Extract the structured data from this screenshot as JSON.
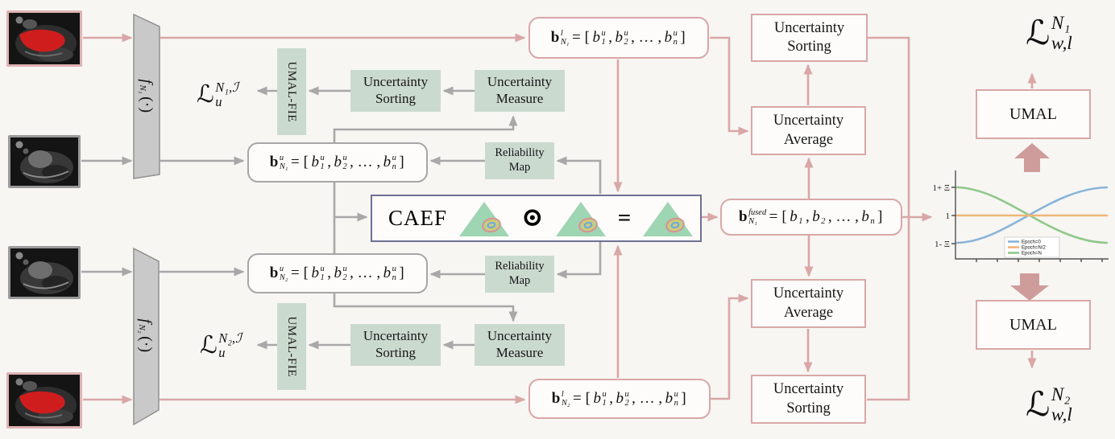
{
  "colors": {
    "background": "#f7f6f3",
    "pink_line": "#d9a7a7",
    "pink_block_arrow": "#cf9c9c",
    "gray_line": "#a8a8a8",
    "green_box_fill": "#cbdacf",
    "caef_border": "#6f6f93",
    "segmentation_red": "#cf1d1d",
    "legend_blue": "#8ab4d8",
    "legend_orange": "#f0b478",
    "legend_green": "#90c888"
  },
  "inputs": {
    "labeled_image_n1": "labeled-cardiac-mri-with-red-mask",
    "unlabeled_image_n1": "unlabeled-cardiac-mri",
    "unlabeled_image_n2": "unlabeled-cardiac-mri",
    "labeled_image_n2": "labeled-cardiac-mri-with-red-mask"
  },
  "encoders": {
    "f_n1": [
      {
        "m": "f",
        "style": "i",
        "sup": "",
        "sub": "N₁"
      },
      {
        "v": "(·)"
      }
    ],
    "f_n2": [
      {
        "m": "f",
        "style": "i",
        "sup": "",
        "sub": "N₂"
      },
      {
        "v": "(·)"
      }
    ]
  },
  "vectors": {
    "b_l_n1": [
      {
        "m": "b",
        "style": "b",
        "sup": "l",
        "sub": "N₁"
      },
      {
        "v": "="
      },
      {
        "v": "["
      },
      {
        "m": "b",
        "style": "i",
        "sup": "u",
        "sub": "1"
      },
      {
        "v": ","
      },
      {
        "m": "b",
        "style": "i",
        "sup": "u",
        "sub": "2"
      },
      {
        "v": ", … ,"
      },
      {
        "m": "b",
        "style": "i",
        "sup": "u",
        "sub": "n"
      },
      {
        "v": "]"
      }
    ],
    "b_u_n1": [
      {
        "m": "b",
        "style": "b",
        "sup": "u",
        "sub": "N₁"
      },
      {
        "v": "="
      },
      {
        "v": "["
      },
      {
        "m": "b",
        "style": "i",
        "sup": "u",
        "sub": "1"
      },
      {
        "v": ","
      },
      {
        "m": "b",
        "style": "i",
        "sup": "u",
        "sub": "2"
      },
      {
        "v": ", … ,"
      },
      {
        "m": "b",
        "style": "i",
        "sup": "u",
        "sub": "n"
      },
      {
        "v": "]"
      }
    ],
    "b_u_n2": [
      {
        "m": "b",
        "style": "b",
        "sup": "u",
        "sub": "N₂"
      },
      {
        "v": "="
      },
      {
        "v": "["
      },
      {
        "m": "b",
        "style": "i",
        "sup": "u",
        "sub": "1"
      },
      {
        "v": ","
      },
      {
        "m": "b",
        "style": "i",
        "sup": "u",
        "sub": "2"
      },
      {
        "v": ", … ,"
      },
      {
        "m": "b",
        "style": "i",
        "sup": "u",
        "sub": "n"
      },
      {
        "v": "]"
      }
    ],
    "b_l_n2": [
      {
        "m": "b",
        "style": "b",
        "sup": "l",
        "sub": "N₂"
      },
      {
        "v": "="
      },
      {
        "v": "["
      },
      {
        "m": "b",
        "style": "i",
        "sup": "u",
        "sub": "1"
      },
      {
        "v": ","
      },
      {
        "m": "b",
        "style": "i",
        "sup": "u",
        "sub": "2"
      },
      {
        "v": ", … ,"
      },
      {
        "m": "b",
        "style": "i",
        "sup": "u",
        "sub": "n"
      },
      {
        "v": "]"
      }
    ],
    "b_fused": [
      {
        "m": "b",
        "style": "b",
        "sup": "fused",
        "sub": "N₁"
      },
      {
        "v": "="
      },
      {
        "v": "["
      },
      {
        "m": "b",
        "style": "i",
        "sup": "",
        "sub": "1"
      },
      {
        "v": ","
      },
      {
        "m": "b",
        "style": "i",
        "sup": "",
        "sub": "2"
      },
      {
        "v": ", … ,"
      },
      {
        "m": "b",
        "style": "i",
        "sup": "",
        "sub": "n"
      },
      {
        "v": "]"
      }
    ]
  },
  "losses": {
    "u_n1": [
      {
        "m": "ℒ",
        "style": "r",
        "sup": "N₁,ℐ",
        "sub": "u"
      }
    ],
    "u_n2": [
      {
        "m": "ℒ",
        "style": "r",
        "sup": "N₂,ℐ",
        "sub": "u"
      }
    ],
    "wl_n1": [
      {
        "m": "ℒ",
        "style": "r",
        "sup": "N₁",
        "sub": "w,l"
      }
    ],
    "wl_n2": [
      {
        "m": "ℒ",
        "style": "r",
        "sup": "N₂",
        "sub": "w,l"
      }
    ]
  },
  "uncertainty_branch_top": {
    "umal_fie": "UMAL-FIE",
    "sorting": "Uncertainty Sorting",
    "measure": "Uncertainty Measure",
    "reliability_map": "Reliability Map"
  },
  "uncertainty_branch_bottom": {
    "umal_fie": "UMAL-FIE",
    "sorting": "Uncertainty Sorting",
    "measure": "Uncertainty Measure",
    "reliability_map": "Reliability Map"
  },
  "caef": {
    "label": "CAEF",
    "odot": "⊙",
    "equals": "="
  },
  "right_top": {
    "sorting": "Uncertainty Sorting",
    "average": "Uncertainty Average",
    "umal": "UMAL"
  },
  "right_bottom": {
    "average": "Uncertainty Average",
    "sorting": "Uncertainty Sorting",
    "umal": "UMAL"
  },
  "plot": {
    "yticks": [
      "1+ Ξ",
      "1",
      "1- Ξ"
    ],
    "legend": [
      "Epoch=0",
      "Epoch=N/2",
      "Epoch=N"
    ]
  },
  "chart_data": {
    "type": "line",
    "title": "",
    "xlabel": "",
    "ylabel": "",
    "yticks": [
      "1- Ξ",
      "1",
      "1+ Ξ"
    ],
    "grid": false,
    "legend_position": "lower center",
    "series": [
      {
        "name": "Epoch=0",
        "color": "#8ab4d8",
        "shape": "increasing sigmoid",
        "start": "1- Ξ",
        "end": "1+ Ξ"
      },
      {
        "name": "Epoch=N/2",
        "color": "#f0b478",
        "shape": "constant",
        "value": "1"
      },
      {
        "name": "Epoch=N",
        "color": "#90c888",
        "shape": "decreasing sigmoid",
        "start": "1+ Ξ",
        "end": "1- Ξ"
      }
    ]
  }
}
